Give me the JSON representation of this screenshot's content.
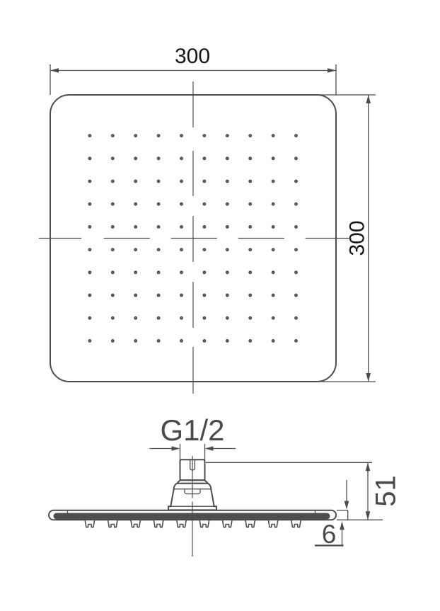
{
  "drawing": {
    "top_view": {
      "width_dim_label": "300",
      "height_dim_label": "300",
      "nozzle_grid": {
        "rows": 10,
        "cols": 10
      }
    },
    "side_view": {
      "thread_size_label": "G1/2",
      "height_dim_label": "51",
      "plate_thickness_label": "6",
      "nozzle_count": 10
    },
    "colors": {
      "line": "#4d4d4d",
      "dim_text": "#161616",
      "side_dim_text": "#4a4a4a",
      "background": "#ffffff"
    }
  }
}
